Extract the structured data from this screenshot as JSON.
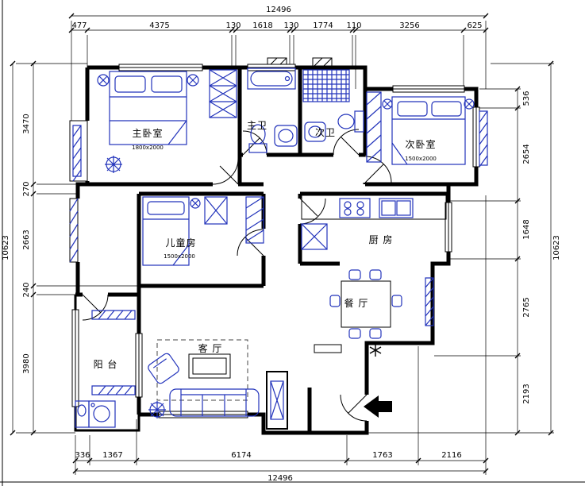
{
  "colors": {
    "wall": "#000000",
    "furn": "#2233bb"
  },
  "dimensions": {
    "top": {
      "total": "12496",
      "segments": [
        "477",
        "4375",
        "130",
        "1618",
        "130",
        "1774",
        "110",
        "3256",
        "625"
      ]
    },
    "bottom": {
      "total": "12496",
      "segments": [
        "336",
        "1367",
        "6174",
        "1763",
        "2116"
      ]
    },
    "left": {
      "total": "10623",
      "segments": [
        "3470",
        "270",
        "2663",
        "240",
        "3980"
      ]
    },
    "right": {
      "total": "10623",
      "segments": [
        "536",
        "2654",
        "1648",
        "2765",
        "2193"
      ]
    }
  },
  "rooms": {
    "master_bedroom": {
      "label": "主卧室",
      "bed_size": "1800x2000"
    },
    "master_bath": {
      "label": "主卫"
    },
    "second_bath": {
      "label": "次卫"
    },
    "second_bedroom": {
      "label": "次卧室",
      "bed_size": "1500x2000"
    },
    "children_room": {
      "label": "儿童房",
      "bed_size": "1500x2000"
    },
    "kitchen": {
      "label": "厨 房"
    },
    "dining": {
      "label": "餐 厅"
    },
    "living": {
      "label": "客 厅"
    },
    "balcony": {
      "label": "阳 台"
    }
  }
}
